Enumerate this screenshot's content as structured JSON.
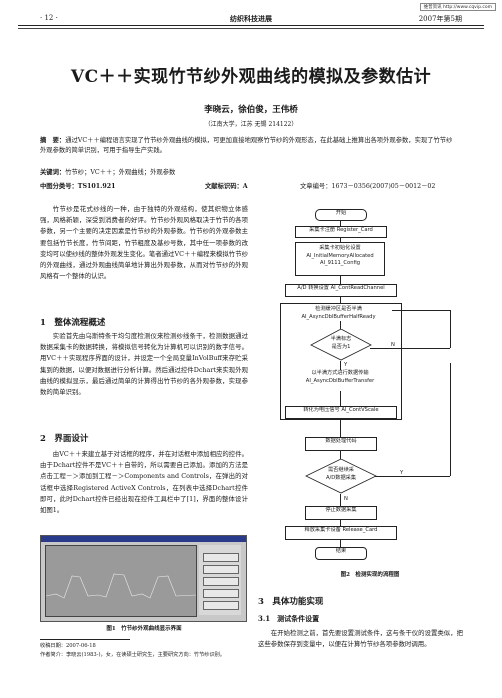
{
  "stamp": "维普资讯 http://www.cqvip.com",
  "header": {
    "page": "· 12 ·",
    "journal": "纺织科技进展",
    "issue": "2007年第5期"
  },
  "title": "VC＋＋实现竹节纱外观曲线的模拟及参数估计",
  "authors": "李晓云，徐伯俊，王伟桥",
  "affiliation": "（江南大学，江苏 无锡 214122）",
  "abstract": {
    "label": "摘　要：",
    "text": "通过VC＋＋编程语言实现了竹节纱外观曲线的模拟，可更加直接地观察竹节纱的外观形态，在此基础上推算出各项外观参数，实现了竹节纱外观参数的简单识别，可用于指导生产实践。"
  },
  "keywords": {
    "label": "关键词：",
    "text": "竹节纱；VC＋＋；外观曲线；外观参数"
  },
  "classification": {
    "clc": "中图分类号：TS101.921",
    "doc_code": "文献标识码：A",
    "article_no": "文章编号：1673－0356(2007)05－0012－02"
  },
  "intro": "竹节纱是花式纱线的一种，由于独特的外观结构，使其织物立体感强，风格新颖，深受到消费者的好评。竹节纱外观风格取决于竹节的各项参数，另一个主要的决定因素是竹节纱的外观参数。竹节纱的外观参数主要包括竹节长度，竹节间距，竹节粗度及基纱号数，其中任一项参数的改变均可以使纱线的整体外观发生变化。笔者通过VC＋＋编程来模拟竹节纱的外观曲线，通过外观曲线简单地计算出外观参数，从而对竹节纱的外观风格有一个整体的认识。",
  "section1": {
    "heading": "1　整体流程概述",
    "text": "实验首先由乌斯特条干均匀度检测仪来检测纱线条干，检测数据通过数据采集卡的数据转换，将模拟信号转化为计算机可以识别的数字信号。用VC＋＋实现程序界面的设计，并设定一个全局变量InVolBuff来存贮采集到的数据，以便对数据进行分析计算。然后通过控件Dchart来实现外观曲线的模拟显示，最后通过简单的计算得出竹节纱的各外观参数，实现参数的简单识别。"
  },
  "section2": {
    "heading": "2　界面设计",
    "text": "由VC＋＋来建立基于对话框的程序，并在对话框中添加相应的控件。由于Dchart控件不是VC＋＋自带的，所以需要自己添加。添加的方法是点击工程－＞添加到工程－＞Components and Controls，在弹出的对话框中选择Registered ActiveX Controls，在列表中选择Dchart控件即可，此时Dchart控件已经出现在控件工具栏中了[1]，界面的整体设计如图1。"
  },
  "figure1": {
    "caption": "图1　竹节纱外观曲线显示界面"
  },
  "footnote": {
    "received": "收稿日期：2007-06-18",
    "author": "作者简介：李晓云(1983-)，女，在读硕士研究生，主要研究方向：竹节纱识别。"
  },
  "flowchart": {
    "start": "开始",
    "register": "采集卡注册 Register_Card",
    "init_line1": "采集卡初始化设置",
    "init_line2": "AI_InitialMemoryAllocated",
    "init_line3": "AI_9111_Config",
    "ad_convert": "A/D 转换设置 AI_ContReadChannel",
    "check_line1": "检测缓冲区是否半满",
    "check_line2": "AI_AsyncDblBufferHalfReady",
    "decision1_line1": "半满标志",
    "decision1_line2": "是否为1",
    "yes": "Y",
    "no": "N",
    "transfer_line1": "以半满方式进行数据传输",
    "transfer_line2": "AI_AsyncDblBufferTransfer",
    "voltage": "转化为电压信号 AI_ContVScale",
    "process": "数据处理代码",
    "decision2_line1": "需否继续采",
    "decision2_line2": "A/D数据采集",
    "stop": "停止数据采集",
    "release": "释放采集卡设备 Release_Card",
    "end": "结束",
    "caption": "图2　检测实现的流程图"
  },
  "section3": {
    "heading": "3　具体功能实现",
    "sub_heading": "3.1　测试条件设置",
    "text": "在开始检测之前，首先要设置测试条件，这与条干仪的设置类似，把这些参数保存到变量中，以便在计算竹节纱各项参数时调用。"
  }
}
